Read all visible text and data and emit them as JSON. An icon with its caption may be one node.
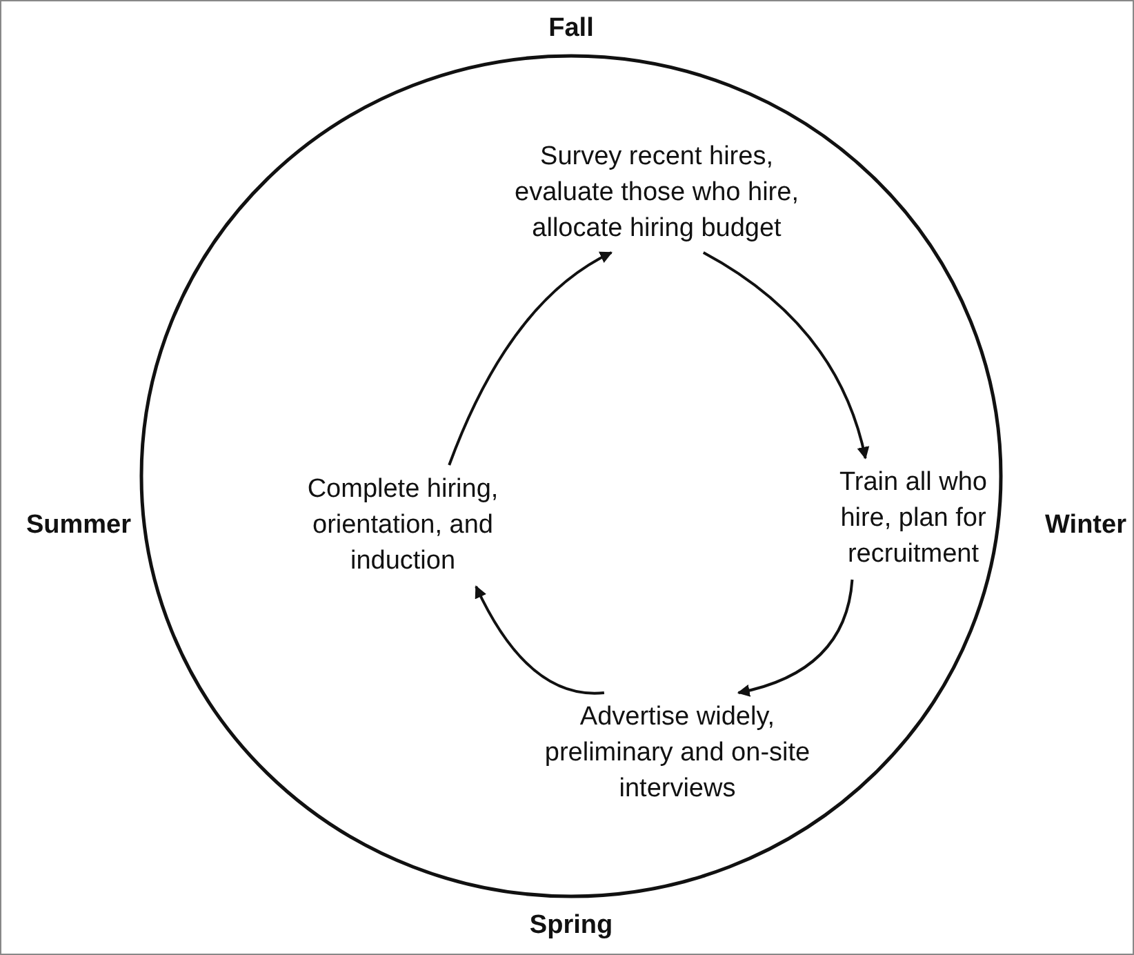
{
  "diagram": {
    "nodes": [
      {
        "text": [],
        "shape": "circle"
      },
      {
        "text": [
          "Survey recent hires, evaluate those who hire, allocate hiring budget"
        ],
        "in": 0
      },
      {
        "text": [
          "Train all who hire, plan for recruitment"
        ],
        "in": 0
      },
      {
        "text": [
          "Advertise widely, preliminary and on-site interviews"
        ],
        "in": 0
      },
      {
        "text": [
          "Complete hiring, orientation, and induction"
        ],
        "in": 0
      }
    ],
    "edges": [
      {
        "from": 1,
        "to": 2,
        "arrow": "to"
      },
      {
        "from": 2,
        "to": 3,
        "arrow": "to"
      },
      {
        "from": 3,
        "to": 4,
        "arrow": "to"
      },
      {
        "from": 4,
        "to": 1,
        "arrow": "to"
      }
    ],
    "labels": [
      "Fall",
      "Summer",
      "Winter",
      "Spring"
    ]
  }
}
